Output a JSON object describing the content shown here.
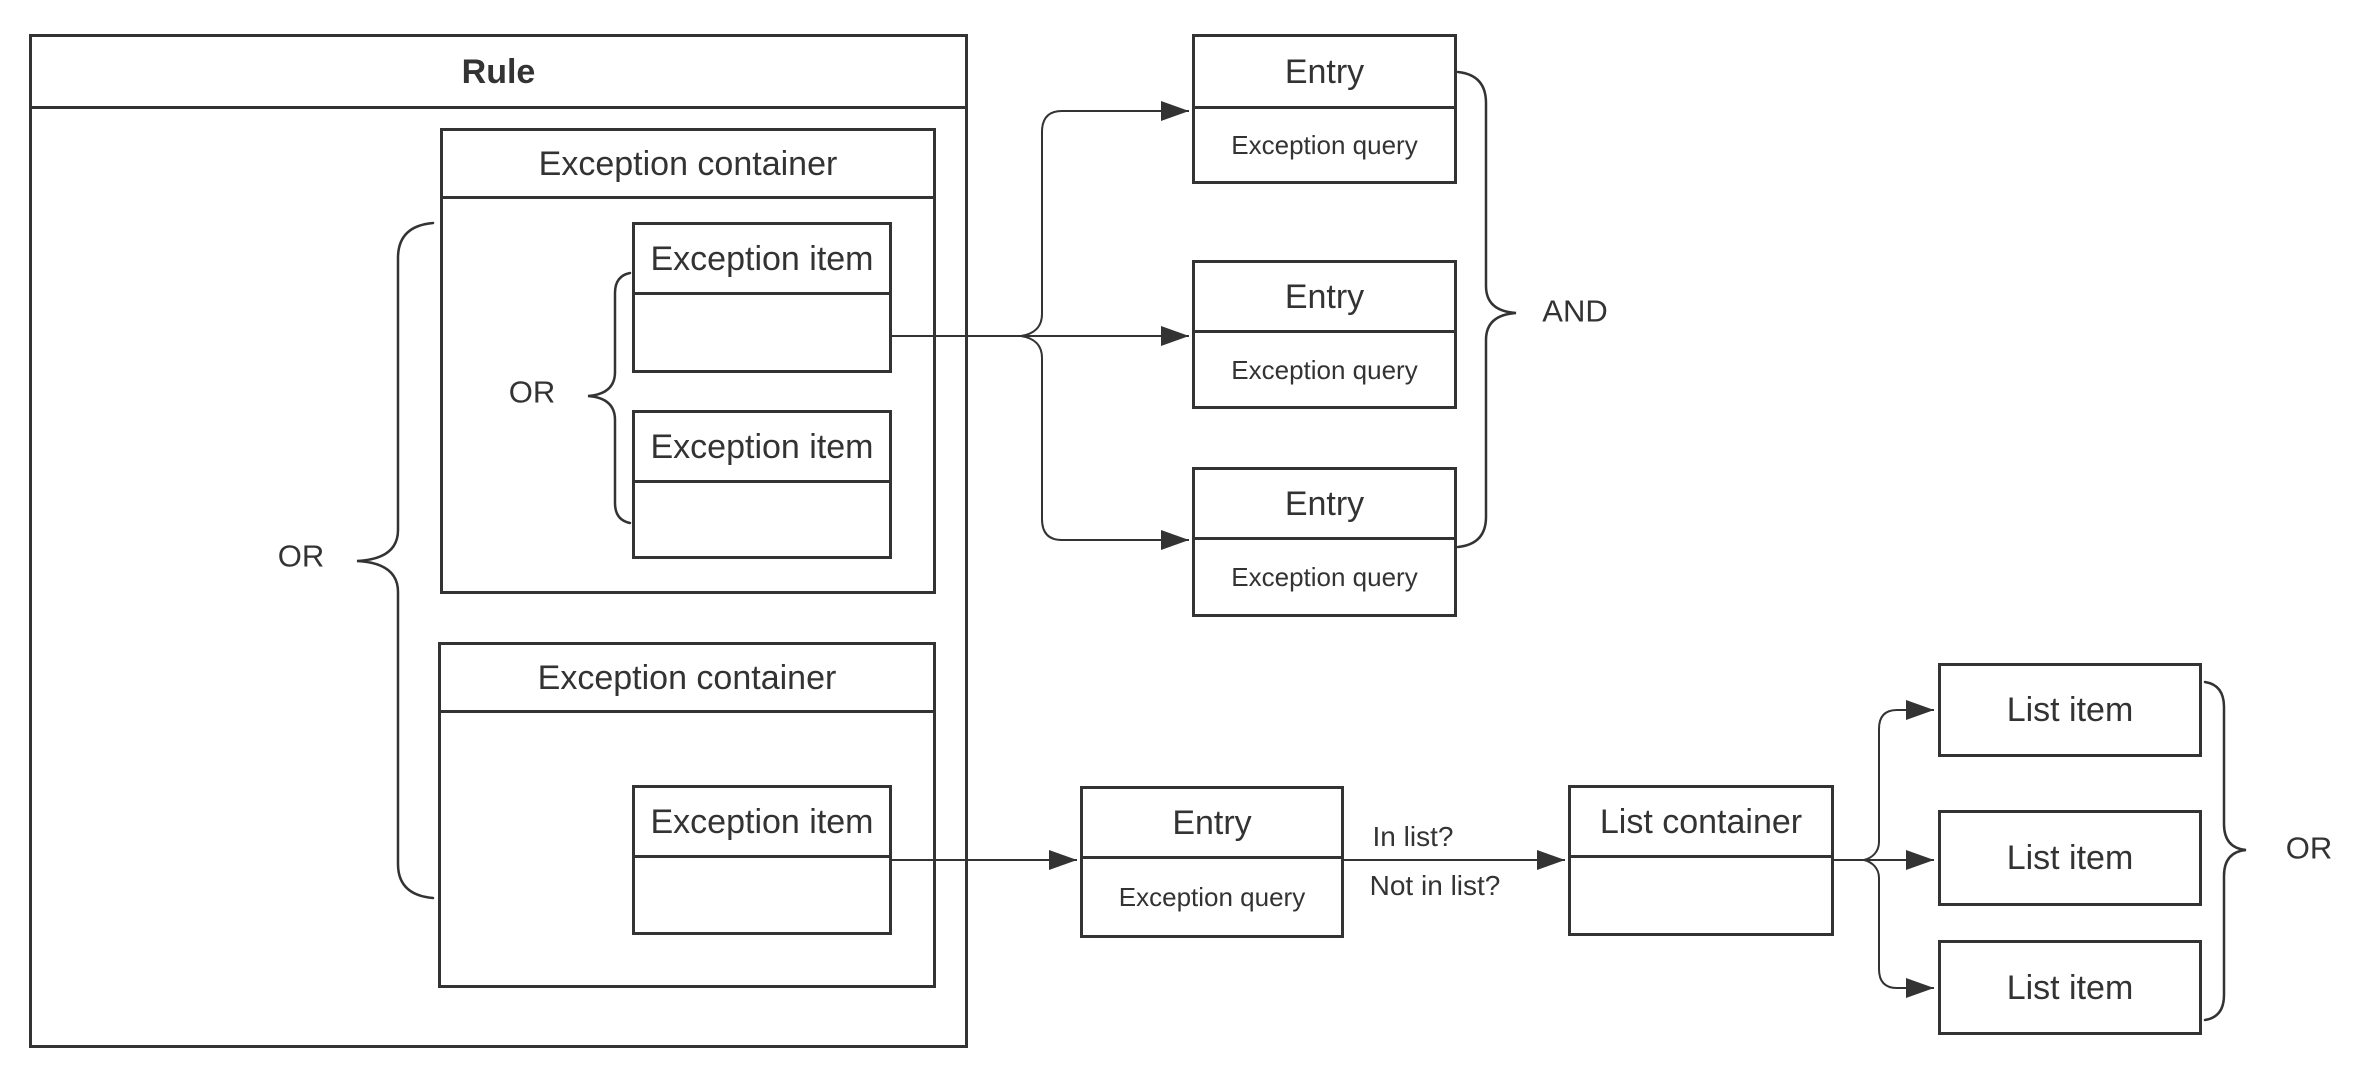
{
  "colors": {
    "stroke": "#333333",
    "text": "#333333",
    "background": "#ffffff"
  },
  "rule": {
    "label": "Rule"
  },
  "containers": [
    {
      "label": "Exception container"
    },
    {
      "label": "Exception container"
    }
  ],
  "exception_items": [
    {
      "label": "Exception item"
    },
    {
      "label": "Exception item"
    },
    {
      "label": "Exception item"
    }
  ],
  "entries": [
    {
      "title": "Entry",
      "query": "Exception query"
    },
    {
      "title": "Entry",
      "query": "Exception query"
    },
    {
      "title": "Entry",
      "query": "Exception query"
    },
    {
      "title": "Entry",
      "query": "Exception query"
    }
  ],
  "list_container": {
    "label": "List container"
  },
  "list_items": [
    {
      "label": "List item"
    },
    {
      "label": "List item"
    },
    {
      "label": "List item"
    }
  ],
  "operators": {
    "or_left": "OR",
    "or_items": "OR",
    "and_entries": "AND",
    "or_list": "OR"
  },
  "edge_labels": {
    "in_list": "In list?",
    "not_in_list": "Not in list?"
  }
}
